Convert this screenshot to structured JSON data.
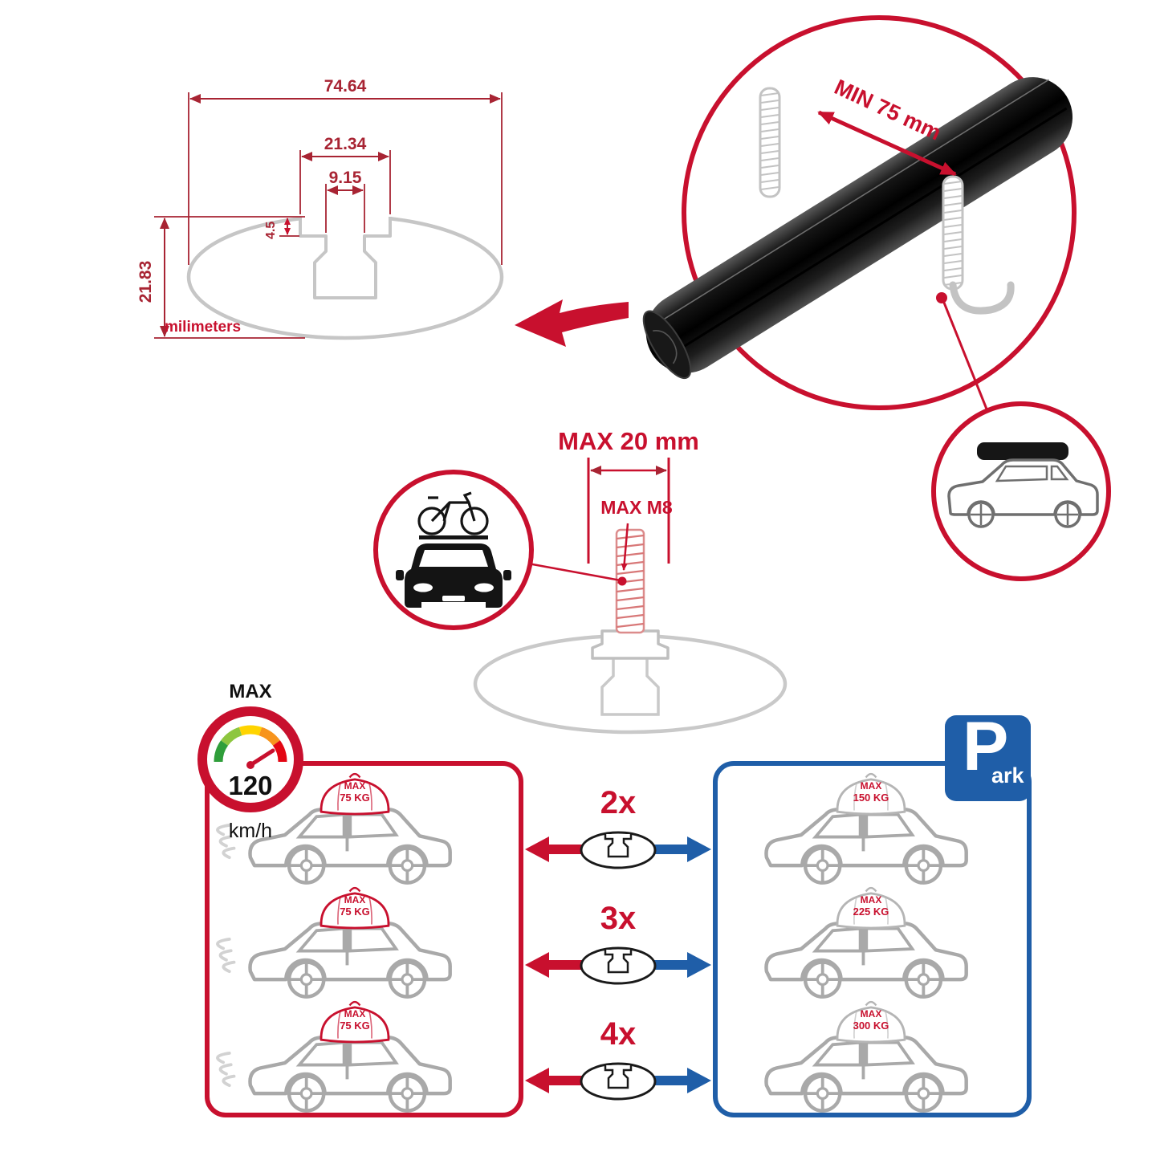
{
  "colors": {
    "accent_red": "#c8102e",
    "accent_blue": "#1f5ea8",
    "drawing_gray": "#c6c6c6",
    "bar_black": "#111111"
  },
  "profile_drawing": {
    "dim_total_width": "74.64",
    "dim_outer_slot": "21.34",
    "dim_inner_slot": "9.15",
    "dim_step": "4.5",
    "dim_height": "21.83",
    "unit_label": "milimeters"
  },
  "bar_callout": {
    "min_span": "MIN 75 mm"
  },
  "bolt_callout": {
    "max_width": "MAX 20 mm",
    "max_thread": "MAX M8"
  },
  "speed_limit": {
    "label": "MAX",
    "value": "120",
    "unit": "km/h"
  },
  "park_sign": {
    "initial": "P",
    "rest": "ark"
  },
  "capacity": {
    "multipliers": [
      "2x",
      "3x",
      "4x"
    ],
    "moving": [
      {
        "label": "MAX",
        "weight": "75 KG"
      },
      {
        "label": "MAX",
        "weight": "75 KG"
      },
      {
        "label": "MAX",
        "weight": "75 KG"
      }
    ],
    "parked": [
      {
        "label": "MAX",
        "weight": "150 KG"
      },
      {
        "label": "MAX",
        "weight": "225 KG"
      },
      {
        "label": "MAX",
        "weight": "300 KG"
      }
    ]
  }
}
